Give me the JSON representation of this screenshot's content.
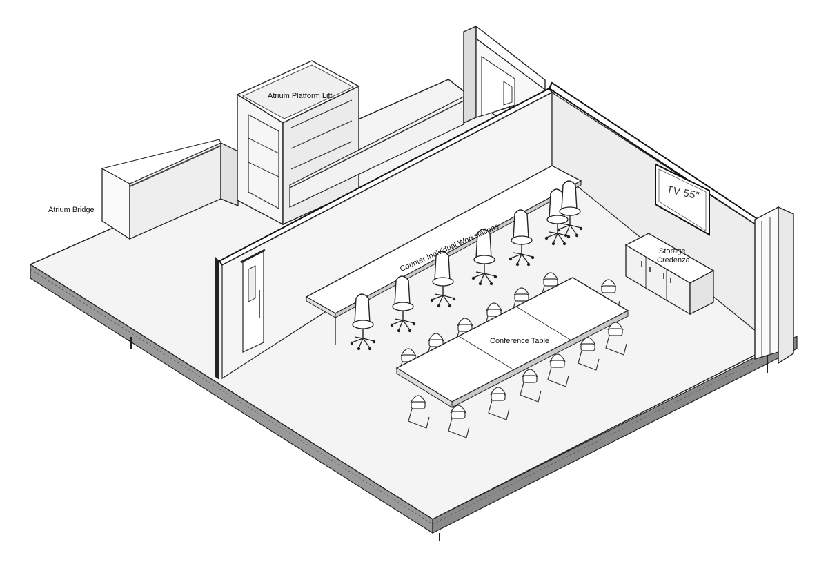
{
  "labels": {
    "atrium_platform_lift": "Atrium Platform Lift",
    "atrium_bridge": "Atrium Bridge",
    "counter": "Counter Individual Workstations",
    "tv": "TV 55\"",
    "storage_line1": "Storage",
    "storage_line2": "Credenza",
    "conference_table": "Conference Table"
  },
  "counts": {
    "workstation_chairs": 7,
    "conference_chairs": 14
  }
}
